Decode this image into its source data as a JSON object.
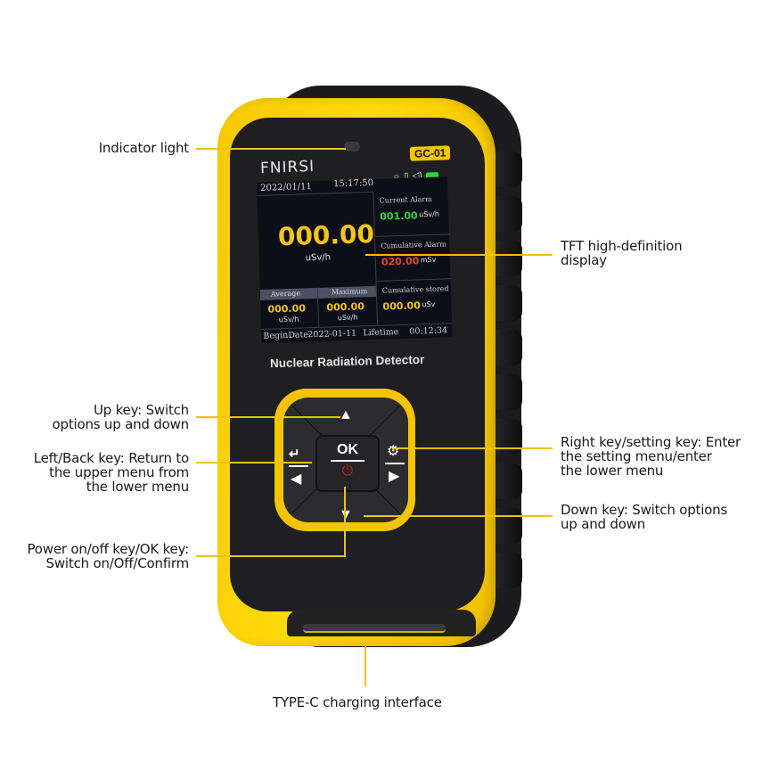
{
  "callouts": {
    "indicator_light": "Indicator light",
    "tft_display": [
      "TFT high-definition",
      "display"
    ],
    "up_key": [
      "Up key: Switch",
      "options up and down"
    ],
    "left_key": [
      "Left/Back key: Return to",
      "the upper menu from",
      "the lower menu"
    ],
    "power_key": [
      "Power on/off key/OK key:",
      "Switch on/Off/Confirm"
    ],
    "right_key": [
      "Right key/setting key: Enter",
      "the setting menu/enter",
      "the lower menu"
    ],
    "down_key": [
      "Down key: Switch options",
      "up and down"
    ],
    "typec": "TYPE-C charging interface"
  },
  "device": {
    "brand": "FNIRSI",
    "model": "GC-01",
    "title": "Nuclear Radiation Detector",
    "colors": {
      "body_yellow": "#f6c900",
      "face": "#1f1f21",
      "accent_line": "#f2c200"
    },
    "keys": {
      "ok": "OK",
      "up": "▲",
      "down": "▼",
      "left": "◀",
      "right": "▶",
      "back": "↵",
      "settings": "⚙",
      "power": "⏻"
    }
  },
  "screen": {
    "date": "2022/01/11",
    "time": "15:17:50",
    "status_icons": [
      "light-icon",
      "vibrate-icon",
      "sound-icon",
      "battery-icon"
    ],
    "main_value": "000.00",
    "main_unit": "uSv/h",
    "current_alarm": {
      "label": "Current Alarm",
      "value": "001.00",
      "unit": "uSv/h",
      "color": "#2fd33c"
    },
    "cumulative_alarm": {
      "label": "Cumulative Alarm",
      "value": "020.00",
      "unit": "mSv",
      "color": "#e8452a"
    },
    "cumulative_stored": {
      "label": "Cumulative stored",
      "value": "000.00",
      "unit": "uSv",
      "color": "#f5c518"
    },
    "average": {
      "label": "Average",
      "value": "000.00",
      "unit": "uSv/h"
    },
    "maximum": {
      "label": "Maximum",
      "value": "000.00",
      "unit": "uSv/h"
    },
    "footer": {
      "begin_label": "BeginDate",
      "begin_date": "2022-01-11",
      "lifetime_label": "Lifetime",
      "lifetime": "00:12:34"
    }
  }
}
